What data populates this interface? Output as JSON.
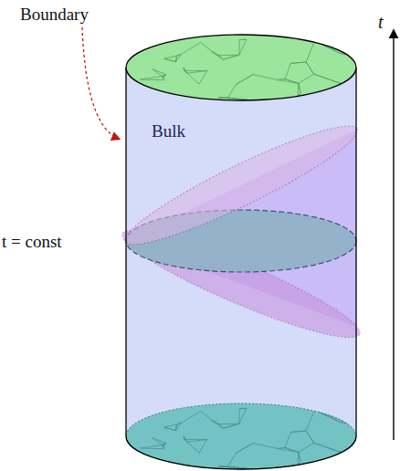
{
  "diagram": {
    "labels": [
      "Boundary",
      "Bulk",
      "t = const",
      "t"
    ]
  }
}
